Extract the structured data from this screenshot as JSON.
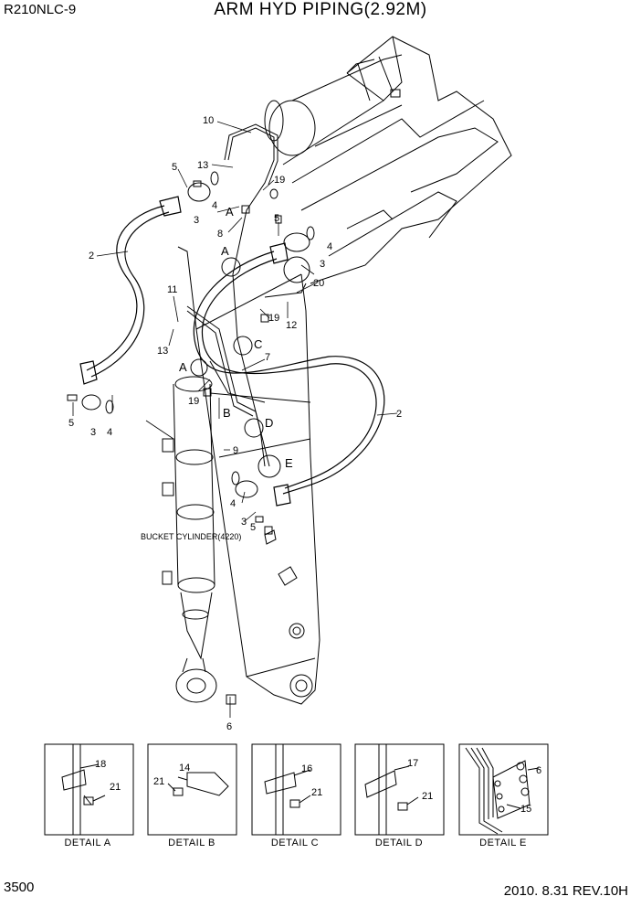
{
  "header": {
    "model": "R210NLC-9",
    "title": "ARM HYD PIPING(2.92M)"
  },
  "footer": {
    "page": "3500",
    "revision": "2010. 8.31  REV.10H"
  },
  "callouts": [
    {
      "id": "c10",
      "text": "10"
    },
    {
      "id": "c5a",
      "text": "5"
    },
    {
      "id": "c13a",
      "text": "13"
    },
    {
      "id": "c3a",
      "text": "3"
    },
    {
      "id": "c4a",
      "text": "4"
    },
    {
      "id": "c19a",
      "text": "19"
    },
    {
      "id": "cAa",
      "text": "A"
    },
    {
      "id": "c5b",
      "text": "5"
    },
    {
      "id": "c8",
      "text": "8"
    },
    {
      "id": "cAb",
      "text": "A"
    },
    {
      "id": "c4b",
      "text": "4"
    },
    {
      "id": "c2a",
      "text": "2"
    },
    {
      "id": "c3b",
      "text": "3"
    },
    {
      "id": "c20",
      "text": "20"
    },
    {
      "id": "c11",
      "text": "11"
    },
    {
      "id": "c19b",
      "text": "19"
    },
    {
      "id": "c12",
      "text": "12"
    },
    {
      "id": "c13b",
      "text": "13"
    },
    {
      "id": "cC",
      "text": "C"
    },
    {
      "id": "c7",
      "text": "7"
    },
    {
      "id": "cAc",
      "text": "A"
    },
    {
      "id": "c19c",
      "text": "19"
    },
    {
      "id": "c5c",
      "text": "5"
    },
    {
      "id": "c3c",
      "text": "3"
    },
    {
      "id": "c4c",
      "text": "4"
    },
    {
      "id": "cB",
      "text": "B"
    },
    {
      "id": "cD",
      "text": "D"
    },
    {
      "id": "c2b",
      "text": "2"
    },
    {
      "id": "c9",
      "text": "9"
    },
    {
      "id": "cE",
      "text": "E"
    },
    {
      "id": "c4d",
      "text": "4"
    },
    {
      "id": "c3d",
      "text": "3"
    },
    {
      "id": "c5d",
      "text": "5"
    },
    {
      "id": "c6a",
      "text": "6"
    }
  ],
  "part_label": "BUCKET CYLINDER(4220)",
  "details": [
    {
      "label": "DETAIL  A",
      "clamp": "18",
      "bolt": "21"
    },
    {
      "label": "DETAIL  B",
      "clamp": "14",
      "bolt": "21"
    },
    {
      "label": "DETAIL  C",
      "clamp": "16",
      "bolt": "21"
    },
    {
      "label": "DETAIL  D",
      "clamp": "17",
      "bolt": "21"
    },
    {
      "label": "DETAIL  E",
      "clamp": "6",
      "bolt": "15"
    }
  ]
}
